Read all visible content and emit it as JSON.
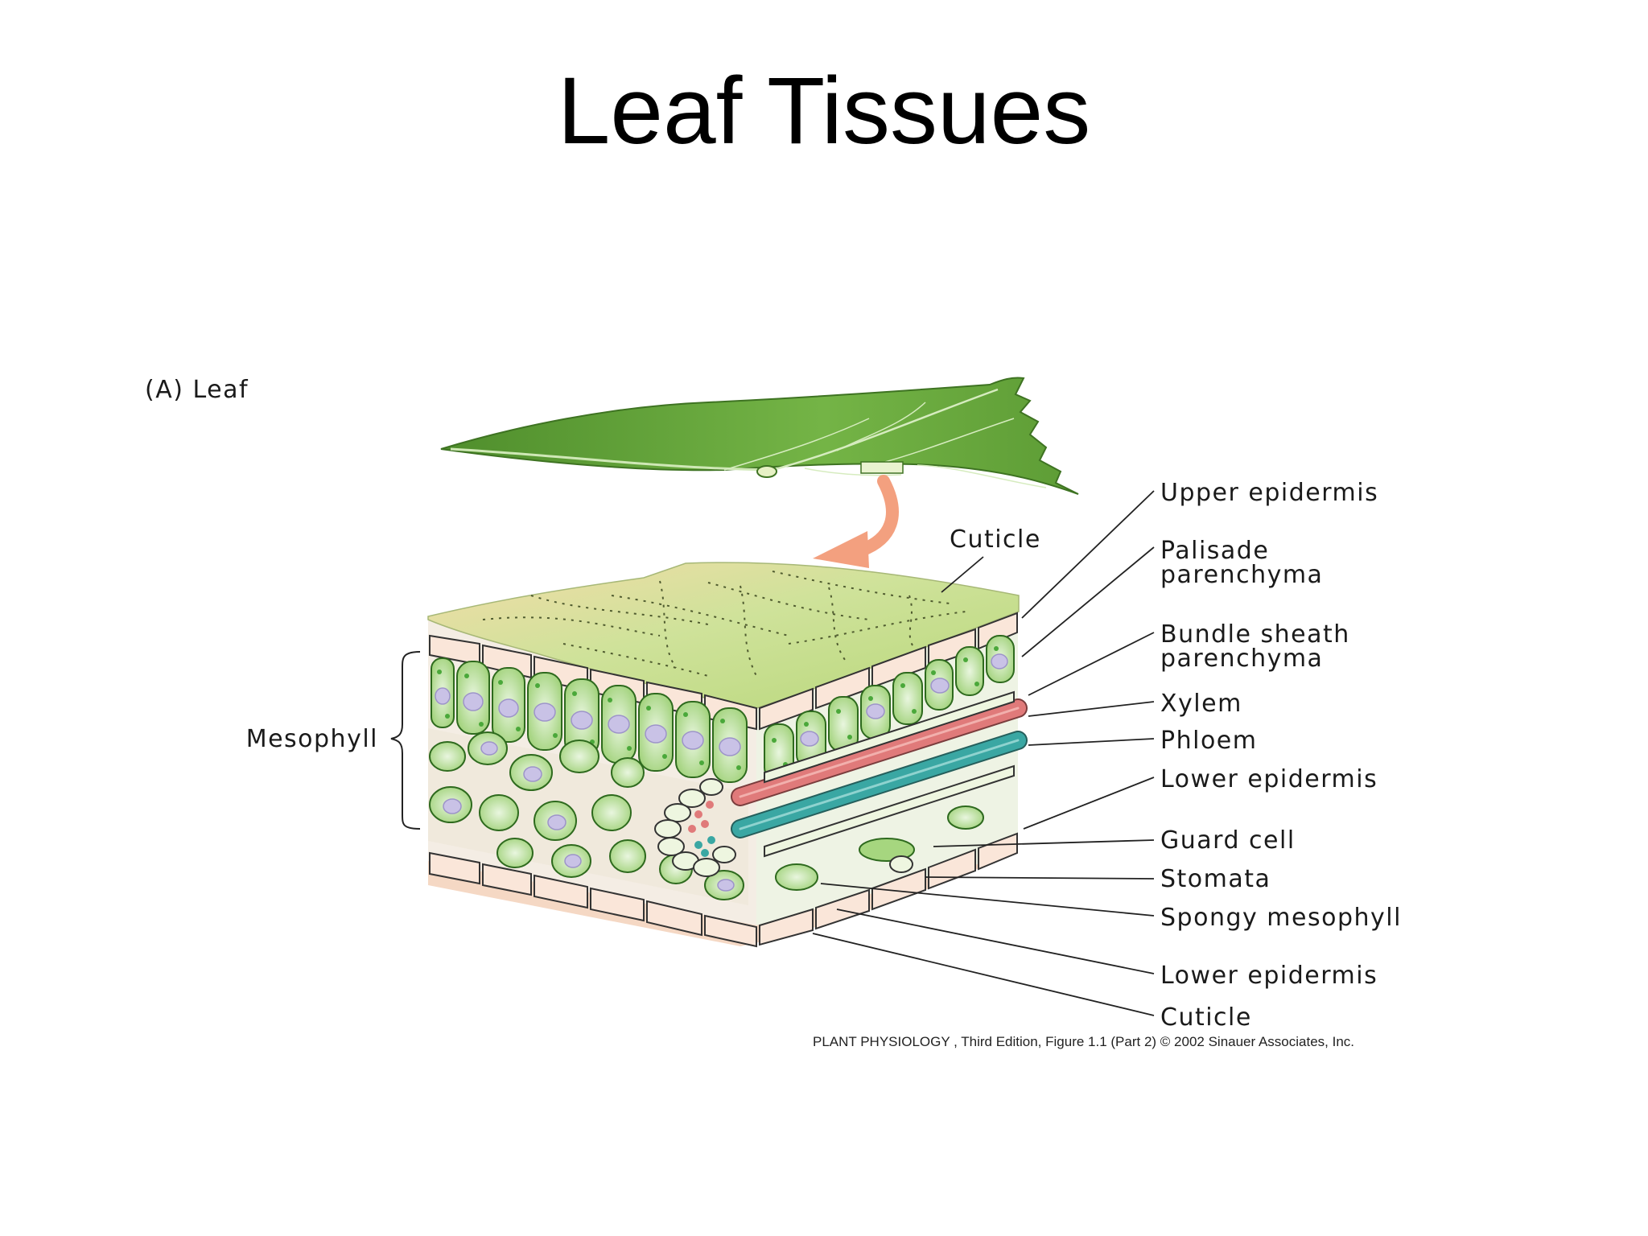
{
  "slide": {
    "title": "Leaf Tissues"
  },
  "figure": {
    "panel_label": "(A)  Leaf",
    "mesophyll_label": "Mesophyll",
    "top_cuticle_label": "Cuticle",
    "labels": [
      "Upper epidermis",
      "Palisade",
      "parenchyma",
      "Bundle sheath",
      "parenchyma",
      "Xylem",
      "Phloem",
      "Lower epidermis",
      "Guard cell",
      "Stomata",
      "Spongy mesophyll",
      "Lower epidermis",
      "Cuticle"
    ],
    "credit": "PLANT PHYSIOLOGY , Third Edition, Figure 1.1 (Part 2)  © 2002 Sinauer Associates, Inc.",
    "colors": {
      "leaf_green": "#6fae3b",
      "cell_green": "#9fd178",
      "chloroplast": "#4aa83a",
      "nucleus": "#c9c2e6",
      "xylem": "#e07a7a",
      "phloem": "#3aa7a3",
      "epidermis": "#f9e2d6",
      "arrow": "#f3a07f"
    }
  }
}
